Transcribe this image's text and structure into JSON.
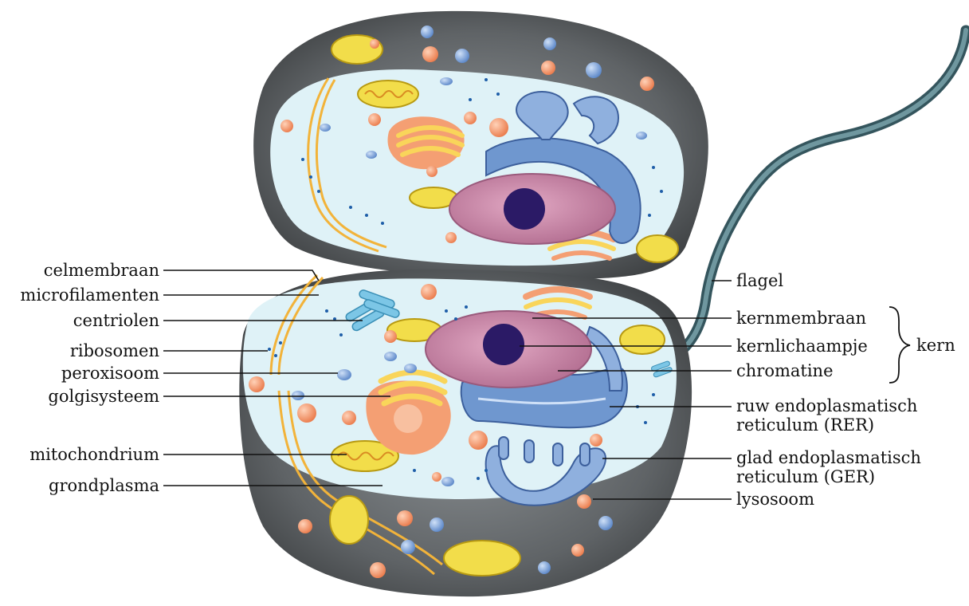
{
  "labels": {
    "left": {
      "celmembraan": "celmembraan",
      "microfilamenten": "microfilamenten",
      "centriolen": "centriolen",
      "ribosomen": "ribosomen",
      "peroxisoom": "peroxisoom",
      "golgisysteem": "golgisysteem",
      "mitochondrium": "mitochondrium",
      "grondplasma": "grondplasma"
    },
    "right": {
      "flagel": "flagel",
      "kernmembraan": "kernmembraan",
      "kernlichaampje": "kernlichaampje",
      "chromatine": "chromatine",
      "rer_line1": "ruw endoplasmatisch",
      "rer_line2": "reticulum (RER)",
      "ger_line1": "glad endoplasmatisch",
      "ger_line2": "reticulum (GER)",
      "lysosoom": "lysosoom"
    },
    "group": {
      "kern": "kern"
    }
  },
  "colors": {
    "membrane_outer": "#5f6366",
    "cytoplasm": "#dff2f7",
    "nucleus": "#c98aa8",
    "nucleolus": "#2b1a66",
    "er": "#6f97cf",
    "golgi": "#f49f73",
    "mitochondrion": "#f2dd4a",
    "microfilament": "#f2b33a",
    "flagellum": "#4b7079"
  }
}
